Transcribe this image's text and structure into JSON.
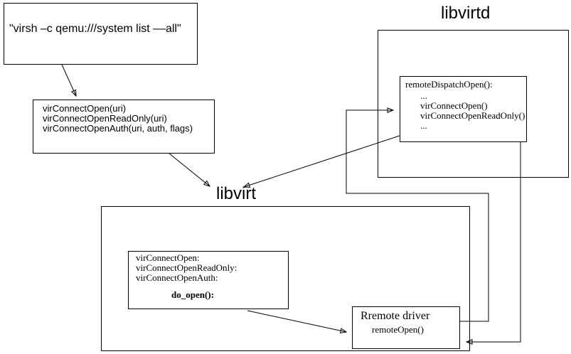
{
  "page": {
    "background_color": "#ffffff",
    "line_color": "#000000"
  },
  "virsh_box": {
    "text": "\"virsh –c qemu:///system list ––all\""
  },
  "api_box": {
    "lines": [
      "virConnectOpen(uri)",
      "virConnectOpenReadOnly(uri)",
      "virConnectOpenAuth(uri, auth, flags)"
    ]
  },
  "libvirtd": {
    "title": "libvirtd",
    "dispatch_box": {
      "header": "remoteDispatchOpen():",
      "body": [
        "...",
        "virConnectOpen()",
        "virConnectOpenReadOnly()",
        "..."
      ]
    }
  },
  "libvirt": {
    "title": "libvirt",
    "entry_box": {
      "lines": [
        "virConnectOpen:",
        "virConnectOpenReadOnly:",
        "virConnectOpenAuth:"
      ],
      "call": "do_open():"
    }
  },
  "remote_driver_box": {
    "title": "Rremote driver",
    "call": "remoteOpen()"
  }
}
